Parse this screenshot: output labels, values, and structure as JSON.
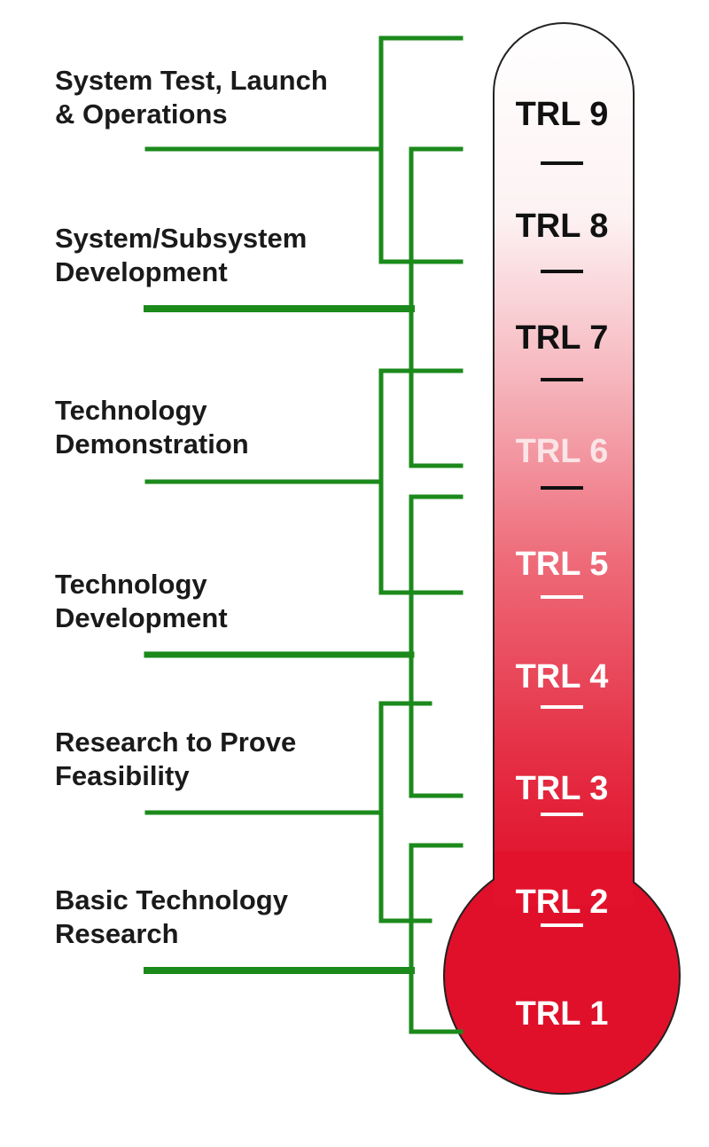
{
  "colors": {
    "bracket_green": "#1b8a1b",
    "bulb_red": "#e0102a",
    "tube_top": "#ffffff",
    "tube_bottom": "#e3122c",
    "text_dark": "#111111",
    "text_light": "#ffffff"
  },
  "phases": [
    {
      "id": "system-test",
      "lines": [
        "System Test, Launch",
        "& Operations"
      ]
    },
    {
      "id": "system-development",
      "lines": [
        "System/Subsystem",
        "Development"
      ]
    },
    {
      "id": "technology-demonstration",
      "lines": [
        "Technology",
        "Demonstration"
      ]
    },
    {
      "id": "technology-development",
      "lines": [
        "Technology",
        "Development"
      ]
    },
    {
      "id": "research-feasibility",
      "lines": [
        "Research to Prove",
        "Feasibility"
      ]
    },
    {
      "id": "basic-research",
      "lines": [
        "Basic Technology",
        "Research"
      ]
    }
  ],
  "levels": [
    {
      "label": "TRL 9",
      "text_color": "#111111"
    },
    {
      "label": "TRL 8",
      "text_color": "#111111"
    },
    {
      "label": "TRL 7",
      "text_color": "#111111"
    },
    {
      "label": "TRL 6",
      "text_color": "#fbe4e6"
    },
    {
      "label": "TRL 5",
      "text_color": "#ffffff"
    },
    {
      "label": "TRL 4",
      "text_color": "#ffffff"
    },
    {
      "label": "TRL 3",
      "text_color": "#ffffff"
    },
    {
      "label": "TRL 2",
      "text_color": "#ffffff"
    },
    {
      "label": "TRL 1",
      "text_color": "#ffffff"
    }
  ]
}
